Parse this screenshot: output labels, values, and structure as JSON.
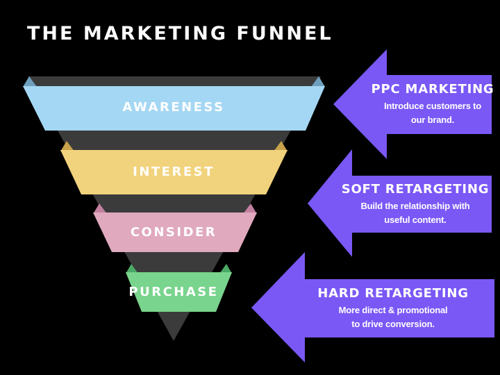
{
  "title": "THE MARKETING FUNNEL",
  "colors": {
    "background": "#000000",
    "title_text": "#FFFFFF",
    "label_text": "#FFFFFF",
    "funnel_back": "#3B3B3B",
    "arrow_purple": "#7A58F6"
  },
  "funnel": {
    "stages": [
      {
        "label": "AWARENESS",
        "color": "#A4D7F3",
        "fold_color": "#6EA0BE"
      },
      {
        "label": "INTEREST",
        "color": "#F2D37D",
        "fold_color": "#C8A24B"
      },
      {
        "label": "CONSIDER",
        "color": "#E0A9BE",
        "fold_color": "#C2809F"
      },
      {
        "label": "PURCHASE",
        "color": "#79D48D",
        "fold_color": "#4BAA66"
      }
    ]
  },
  "arrows": [
    {
      "heading": "PPC MARKETING",
      "line1": "Introduce customers to",
      "line2": "our brand."
    },
    {
      "heading": "SOFT RETARGETING",
      "line1": "Build the relationship with",
      "line2": "useful content."
    },
    {
      "heading": "HARD RETARGETING",
      "line1": "More direct & promotional",
      "line2": "to drive conversion."
    }
  ]
}
